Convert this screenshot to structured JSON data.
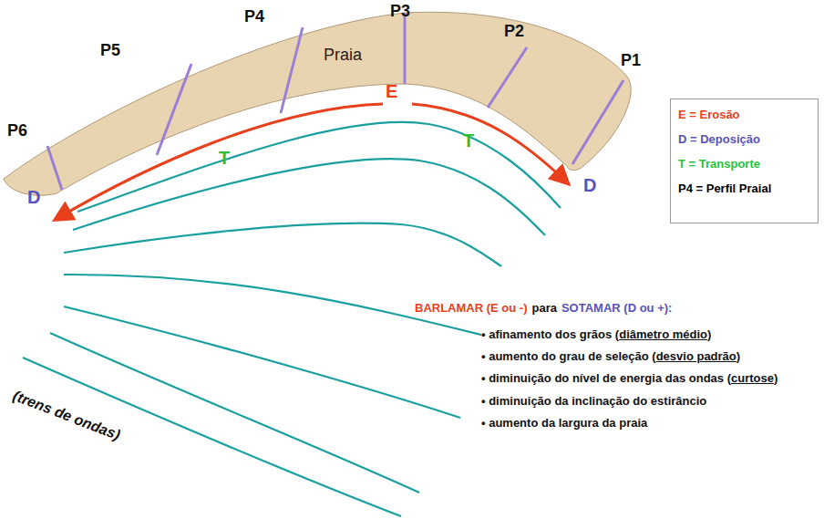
{
  "diagram": {
    "nodes": [
      {
        "text": [
          "Praia"
        ]
      }
    ],
    "labels": [
      "P6",
      "P5",
      "P4",
      "P3",
      "P2",
      "P1",
      "E",
      "T",
      "T",
      "D",
      "D",
      "(trens de ondas)",
      "BARLAMAR (E ou -)",
      "para",
      "SOTAMAR (D ou +):",
      "• afinamento dos grãos (diâmetro médio)",
      "• aumento do grau de seleção (desvio padrão)",
      "• diminuição do nível de energia das ondas (curtose)",
      "• diminuição da inclinação do estirâncio",
      "• aumento da largura da praia"
    ],
    "legend": [
      {
        "text": "E = Erosão",
        "color": "#e8401c"
      },
      {
        "text": "D = Deposição",
        "color": "#5a52b8"
      },
      {
        "text": "T = Transporte",
        "color": "#2bbf3a"
      },
      {
        "text": "P4 = Perfil Praial",
        "color": "#000000"
      }
    ]
  }
}
